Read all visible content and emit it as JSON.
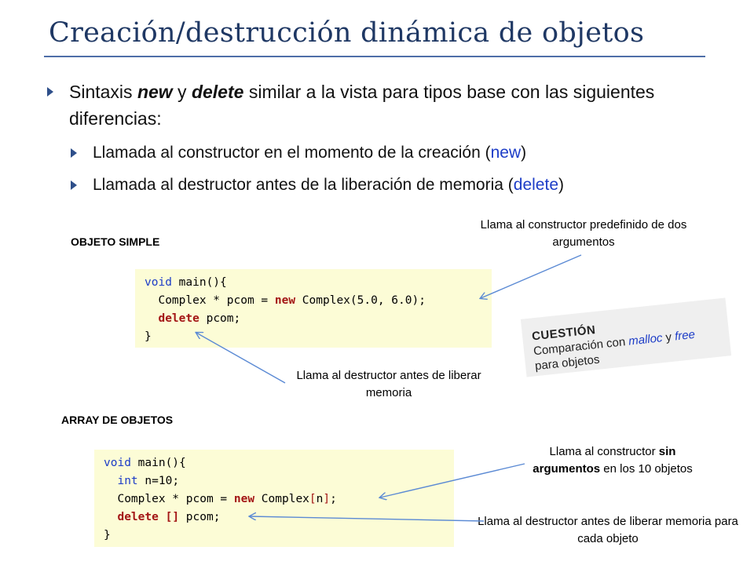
{
  "title": "Creación/destrucción dinámica de objetos",
  "bullets": {
    "main": {
      "p1": "Sintaxis ",
      "kw_new": "new",
      "p2": " y ",
      "kw_delete": "delete",
      "p3": " similar a la vista para tipos base con las siguientes diferencias:"
    },
    "sub1": {
      "text": "Llamada al constructor en el momento de la creación (",
      "kw": "new",
      "close": ")"
    },
    "sub2": {
      "text": "Llamada al destructor antes de la liberación de memoria (",
      "kw": "delete",
      "close": ")"
    }
  },
  "simple": {
    "label": "OBJETO SIMPLE",
    "code": {
      "l1_kw": "void",
      "l1_rest": " main(){",
      "l2_a": "  Complex * pcom = ",
      "l2_new": "new",
      "l2_b": " Complex(5.0, 6.0);",
      "l3_delete": "delete",
      "l3_rest": " pcom;",
      "l4": "}"
    },
    "note_constructor": "Llama al constructor predefinido de dos argumentos",
    "note_destructor": "Llama al destructor antes de liberar memoria"
  },
  "cuestion": {
    "heading": "CUESTIÓN",
    "t1": "Comparación con ",
    "malloc": "malloc",
    "t2": " y ",
    "free": "free",
    "t3": " para objetos"
  },
  "array": {
    "label": "ARRAY DE OBJETOS",
    "code": {
      "l1_kw": "void",
      "l1_rest": " main(){",
      "l2_kw": "int",
      "l2_rest": " n=10;",
      "l3_a": "  Complex * pcom = ",
      "l3_new": "new",
      "l3_b": " Complex",
      "l3_lb": "[",
      "l3_n": "n",
      "l3_rb": "]",
      "l3_end": ";",
      "l4_delete": "delete",
      "l4_sp": " ",
      "l4_br": "[]",
      "l4_rest": " pcom;",
      "l5": "}"
    },
    "note_constructor": {
      "a": "Llama al constructor ",
      "b1": "sin",
      "b2": "argumentos",
      "c": " en los 10 objetos"
    },
    "note_destructor": "Llama al destructor antes de liberar memoria para cada objeto"
  },
  "colors": {
    "title": "#1f3864",
    "keyword": "#1c3cc7",
    "code_bg": "#fcfcd6",
    "arrow": "#5b8ad4"
  }
}
